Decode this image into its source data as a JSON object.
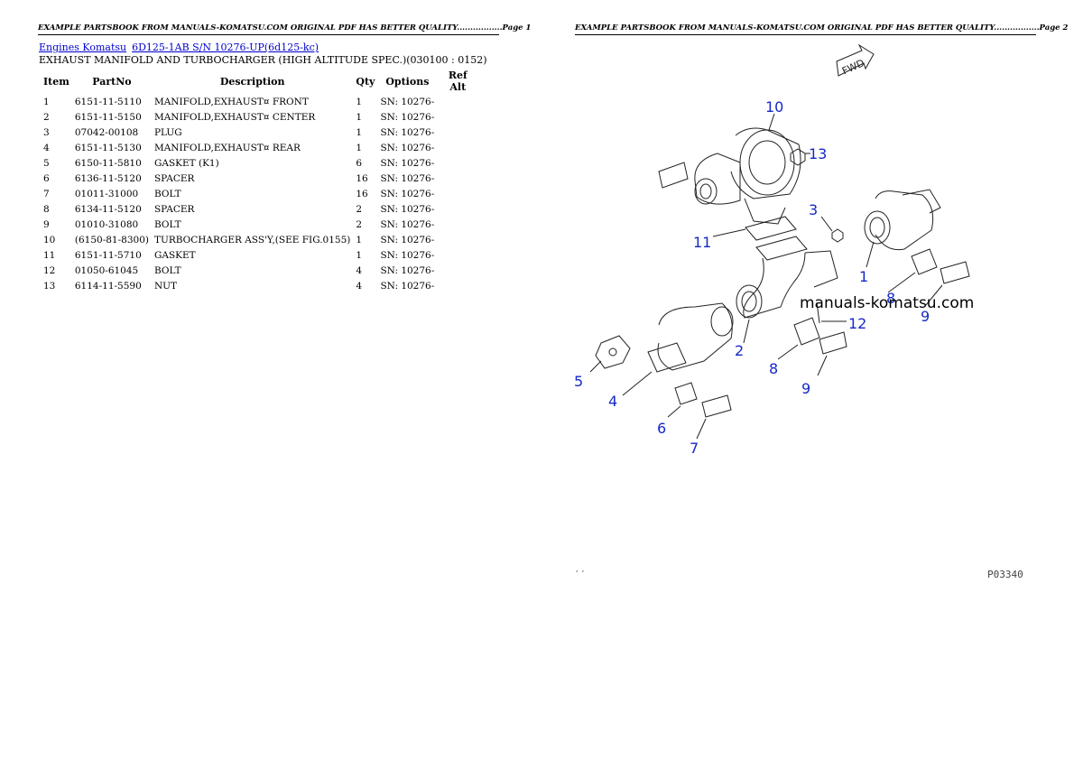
{
  "header": {
    "page1": "EXAMPLE PARTSBOOK FROM MANUALS-KOMATSU.COM ORIGINAL PDF HAS BETTER QUALITY.................Page 1",
    "page2": "EXAMPLE PARTSBOOK FROM MANUALS-KOMATSU.COM ORIGINAL PDF HAS BETTER QUALITY.................Page 2"
  },
  "breadcrumb": {
    "link1": "Engines Komatsu",
    "link2": "6D125-1AB S/N 10276-UP(6d125-kc)"
  },
  "section_title": "EXHAUST MANIFOLD AND TURBOCHARGER (HIGH ALTITUDE SPEC.)(030100 : 0152)",
  "table": {
    "headers": [
      "Item",
      "PartNo",
      "Description",
      "Qty",
      "Options",
      "Ref Alt"
    ],
    "rows": [
      [
        "1",
        "6151-11-5110",
        "MANIFOLD,EXHAUST¤ FRONT",
        "1",
        "SN: 10276-",
        ""
      ],
      [
        "2",
        "6151-11-5150",
        "MANIFOLD,EXHAUST¤ CENTER",
        "1",
        "SN: 10276-",
        ""
      ],
      [
        "3",
        "07042-00108",
        "PLUG",
        "1",
        "SN: 10276-",
        ""
      ],
      [
        "4",
        "6151-11-5130",
        "MANIFOLD,EXHAUST¤ REAR",
        "1",
        "SN: 10276-",
        ""
      ],
      [
        "5",
        "6150-11-5810",
        "GASKET (K1)",
        "6",
        "SN: 10276-",
        ""
      ],
      [
        "6",
        "6136-11-5120",
        "SPACER",
        "16",
        "SN: 10276-",
        ""
      ],
      [
        "7",
        "01011-31000",
        "BOLT",
        "16",
        "SN: 10276-",
        ""
      ],
      [
        "8",
        "6134-11-5120",
        "SPACER",
        "2",
        "SN: 10276-",
        ""
      ],
      [
        "9",
        "01010-31080",
        "BOLT",
        "2",
        "SN: 10276-",
        ""
      ],
      [
        "10",
        "(6150-81-8300)",
        "TURBOCHARGER ASS'Y,(SEE FIG.0155)",
        "1",
        "SN: 10276-",
        ""
      ],
      [
        "11",
        "6151-11-5710",
        "GASKET",
        "1",
        "SN: 10276-",
        ""
      ],
      [
        "12",
        "01050-61045",
        "BOLT",
        "4",
        "SN: 10276-",
        ""
      ],
      [
        "13",
        "6114-11-5590",
        "NUT",
        "4",
        "SN: 10276-",
        ""
      ]
    ]
  },
  "diagram": {
    "fwd_label": "FWD",
    "callouts": [
      "10",
      "13",
      "3",
      "11",
      "1",
      "8",
      "9",
      "12",
      "2",
      "8",
      "9",
      "5",
      "4",
      "6",
      "7"
    ],
    "watermark": "manuals-komatsu.com",
    "footer_left": "′′",
    "footer_right": "P03340"
  },
  "colors": {
    "link": "#0000cc",
    "callout": "#1428c8"
  }
}
